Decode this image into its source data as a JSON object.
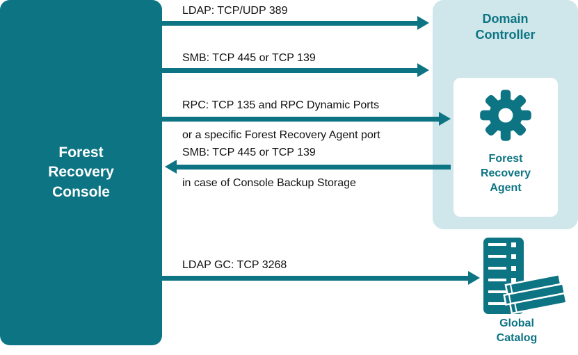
{
  "colors": {
    "teal": "#0d7483",
    "light_teal": "#cfe6ea",
    "text": "#111111",
    "white": "#ffffff"
  },
  "console": {
    "label": "Forest Recovery Console"
  },
  "domain_controller": {
    "title": "Domain Controller",
    "agent": {
      "label": "Forest Recovery Agent",
      "icon": "gear-icon"
    }
  },
  "global_catalog": {
    "label": "Global Catalog",
    "icons": [
      "server-rack-icon",
      "books-icon"
    ]
  },
  "arrows": [
    {
      "label": "LDAP: TCP/UDP 389",
      "direction": "right",
      "from": "Forest Recovery Console",
      "to": "Domain Controller"
    },
    {
      "label": "SMB: TCP 445 or TCP 139",
      "direction": "right",
      "from": "Forest Recovery Console",
      "to": "Domain Controller"
    },
    {
      "label": "RPC: TCP 135 and RPC Dynamic Ports",
      "sublabel": "or a specific Forest Recovery Agent port",
      "direction": "right",
      "from": "Forest Recovery Console",
      "to": "Forest Recovery Agent"
    },
    {
      "label": "SMB: TCP 445 or TCP 139",
      "sublabel": "in case of Console Backup Storage",
      "direction": "left",
      "from": "Forest Recovery Agent",
      "to": "Forest Recovery Console"
    },
    {
      "label": "LDAP GC: TCP 3268",
      "direction": "right",
      "from": "Forest Recovery Console",
      "to": "Global Catalog"
    }
  ]
}
